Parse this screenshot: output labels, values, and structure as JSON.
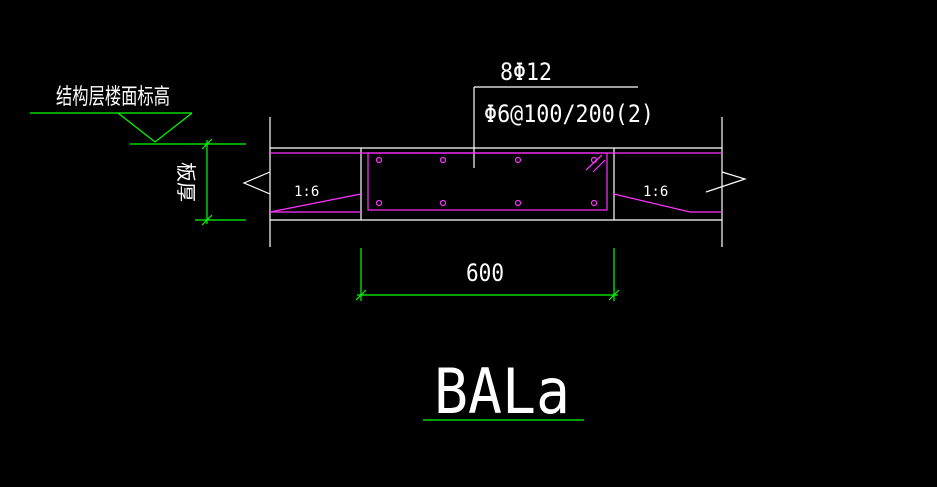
{
  "labels": {
    "elevation": "结构层楼面标高",
    "slab_thickness": "板厚",
    "rebar_longitudinal": "8Φ12",
    "rebar_stirrup": "Φ6@100/200(2)",
    "slope_left": "1:6",
    "slope_right": "1:6",
    "width_dimension": "600",
    "title": "BALa"
  },
  "colors": {
    "background": "#000000",
    "outline": "#ffffff",
    "dimension": "#00ff00",
    "rebar": "#ff33ff"
  }
}
